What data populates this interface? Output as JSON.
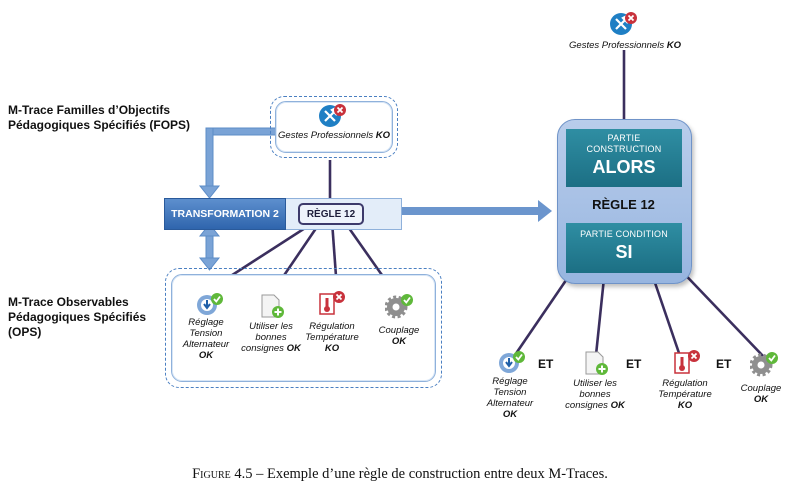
{
  "left_labels": {
    "fops": [
      "M-Trace Familles d’Objectifs",
      "Pédagogiques Spécifiés (FOPS)"
    ],
    "ops": [
      "M-Trace Observables",
      "Pédagogiques Spécifiés",
      "(OPS)"
    ]
  },
  "fops_node": {
    "label": "Gestes Professionnels",
    "status": "KO"
  },
  "top_right_node": {
    "label": "Gestes Professionnels",
    "status": "KO"
  },
  "transformation": "TRANSFORMATION 2",
  "regle_small": "RÈGLE 12",
  "big_rule": {
    "construction_head": [
      "PARTIE",
      "CONSTRUCTION"
    ],
    "construction_word": "ALORS",
    "rule": "RÈGLE 12",
    "condition_head": "PARTIE CONDITION",
    "condition_word": "SI"
  },
  "ops_nodes": [
    {
      "label": [
        "Réglage",
        "Tension",
        "Alternateur"
      ],
      "status": "OK"
    },
    {
      "label": [
        "Utiliser les",
        "bonnes",
        "consignes"
      ],
      "status": "OK"
    },
    {
      "label": [
        "Régulation",
        "Température"
      ],
      "status": "KO"
    },
    {
      "label": [
        "Couplage"
      ],
      "status": "OK"
    }
  ],
  "right_nodes": [
    {
      "label": [
        "Réglage",
        "Tension",
        "Alternateur"
      ],
      "status": "OK"
    },
    {
      "label": [
        "Utiliser les",
        "bonnes",
        "consignes"
      ],
      "status": "OK"
    },
    {
      "label": [
        "Régulation",
        "Température"
      ],
      "status": "KO"
    },
    {
      "label": [
        "Couplage"
      ],
      "status": "OK"
    }
  ],
  "et_label": "ET",
  "caption": {
    "prefix": "Figure 4.5",
    "text": " – Exemple d’une règle de construction entre deux M-Traces."
  },
  "colors": {
    "connector": "#3b2f5e",
    "arrow": "#6b95cd",
    "ok": "#5fb83a",
    "ko": "#c8323c"
  }
}
